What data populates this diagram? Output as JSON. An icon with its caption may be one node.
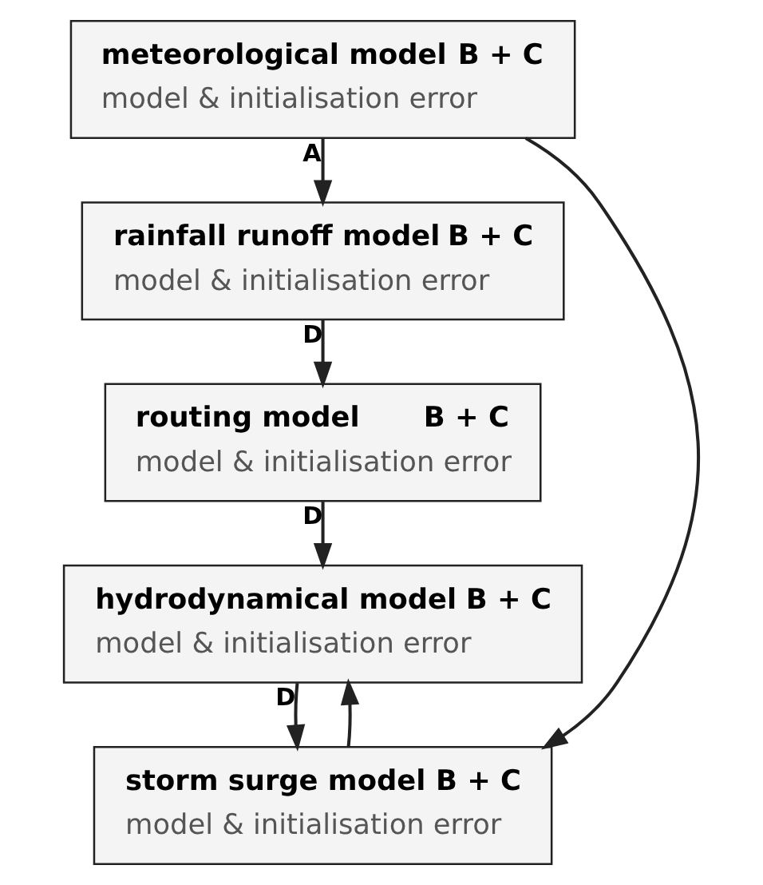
{
  "diagram": {
    "nodes": [
      {
        "text": [
          "meteorological model",
          "B + C",
          "model & initialisation error"
        ]
      },
      {
        "text": [
          "rainfall runoff model",
          "B + C",
          "model & initialisation error"
        ]
      },
      {
        "text": [
          "routing model",
          "B + C",
          "model & initialisation error"
        ]
      },
      {
        "text": [
          "hydrodynamical model",
          "B + C",
          "model & initialisation error"
        ]
      },
      {
        "text": [
          "storm surge model",
          "B + C",
          "model & initialisation error"
        ]
      }
    ],
    "edges": [
      {
        "from": 0,
        "to": 1,
        "arrow": "to",
        "label": "A"
      },
      {
        "from": 1,
        "to": 2,
        "arrow": "to",
        "label": "D"
      },
      {
        "from": 2,
        "to": 3,
        "arrow": "to",
        "label": "D"
      },
      {
        "from": 3,
        "to": 4,
        "arrow": "to",
        "label": "D"
      },
      {
        "from": 4,
        "to": 3,
        "arrow": "to"
      },
      {
        "from": 0,
        "to": 4,
        "arrow": "to"
      }
    ]
  }
}
